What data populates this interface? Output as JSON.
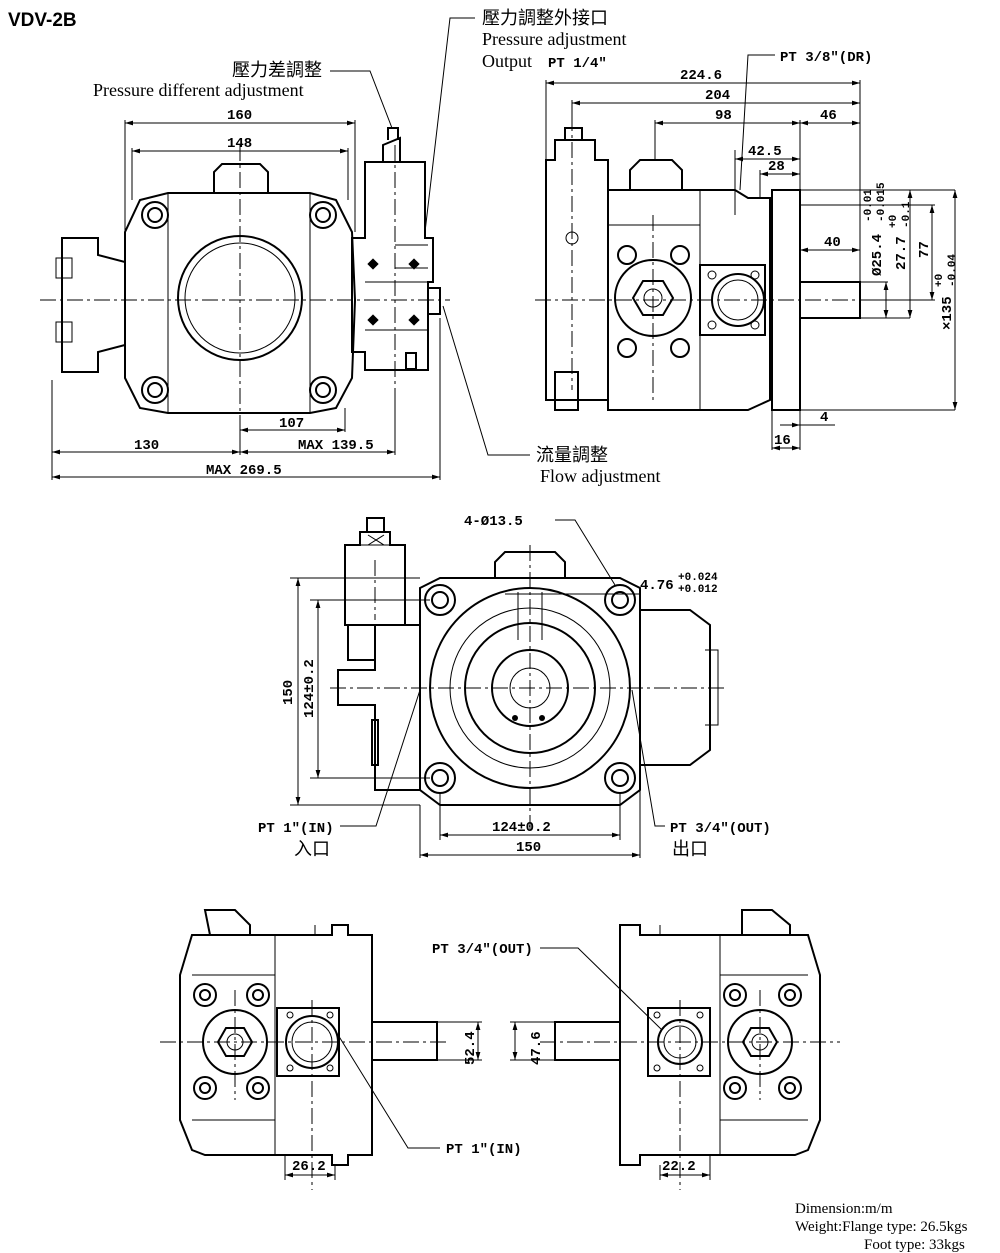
{
  "title": "VDV-2B",
  "labels": {
    "pressure_port_zh": "壓力調整外接口",
    "pressure_port_en1": "Pressure adjustment",
    "pressure_port_en2": "Output",
    "pressure_port_pt": "PT 1/4″",
    "pressure_diff_zh": "壓力差調整",
    "pressure_diff_en": "Pressure different adjustment",
    "flow_zh": "流量調整",
    "flow_en": "Flow adjustment",
    "drain": "PT 3/8″(DR)",
    "inlet": "PT 1″(IN)",
    "inlet_zh": "入口",
    "outlet": "PT 3/4″(OUT)",
    "outlet_zh": "出口",
    "out_bottom": "PT 3/4″(OUT)",
    "in_bottom": "PT 1″(IN)",
    "holes": "4-Ø13.5",
    "keyway_base": "4.76",
    "keyway_tol_up": "+0.024",
    "keyway_tol_dn": "+0.012"
  },
  "dims": {
    "d160": "160",
    "d148": "148",
    "d107": "107",
    "d130": "130",
    "max1395": "MAX 139.5",
    "max2695": "MAX 269.5",
    "d2246": "224.6",
    "d204": "204",
    "d98": "98",
    "d46": "46",
    "d425": "42.5",
    "d28": "28",
    "d40": "40",
    "d4": "4",
    "d16": "16",
    "d254": "Ø25.4",
    "d254_tol_up": "-0.01",
    "d254_tol_dn": "-0.015",
    "d277": "27.7",
    "d277_tol_up": "+0",
    "d277_tol_dn": "-0.1",
    "d77": "77",
    "d135": "×135",
    "d135_tol_up": "+0",
    "d135_tol_dn": "-0.04",
    "d150v": "150",
    "d124v": "124±0.2",
    "d124h": "124±0.2",
    "d150h": "150",
    "d524": "52.4",
    "d476": "47.6",
    "d262": "26.2",
    "d222": "22.2"
  },
  "notes": {
    "dimension": "Dimension:m/m",
    "weight": "Weight:Flange type: 26.5kgs",
    "foot": "Foot type: 33kgs"
  }
}
